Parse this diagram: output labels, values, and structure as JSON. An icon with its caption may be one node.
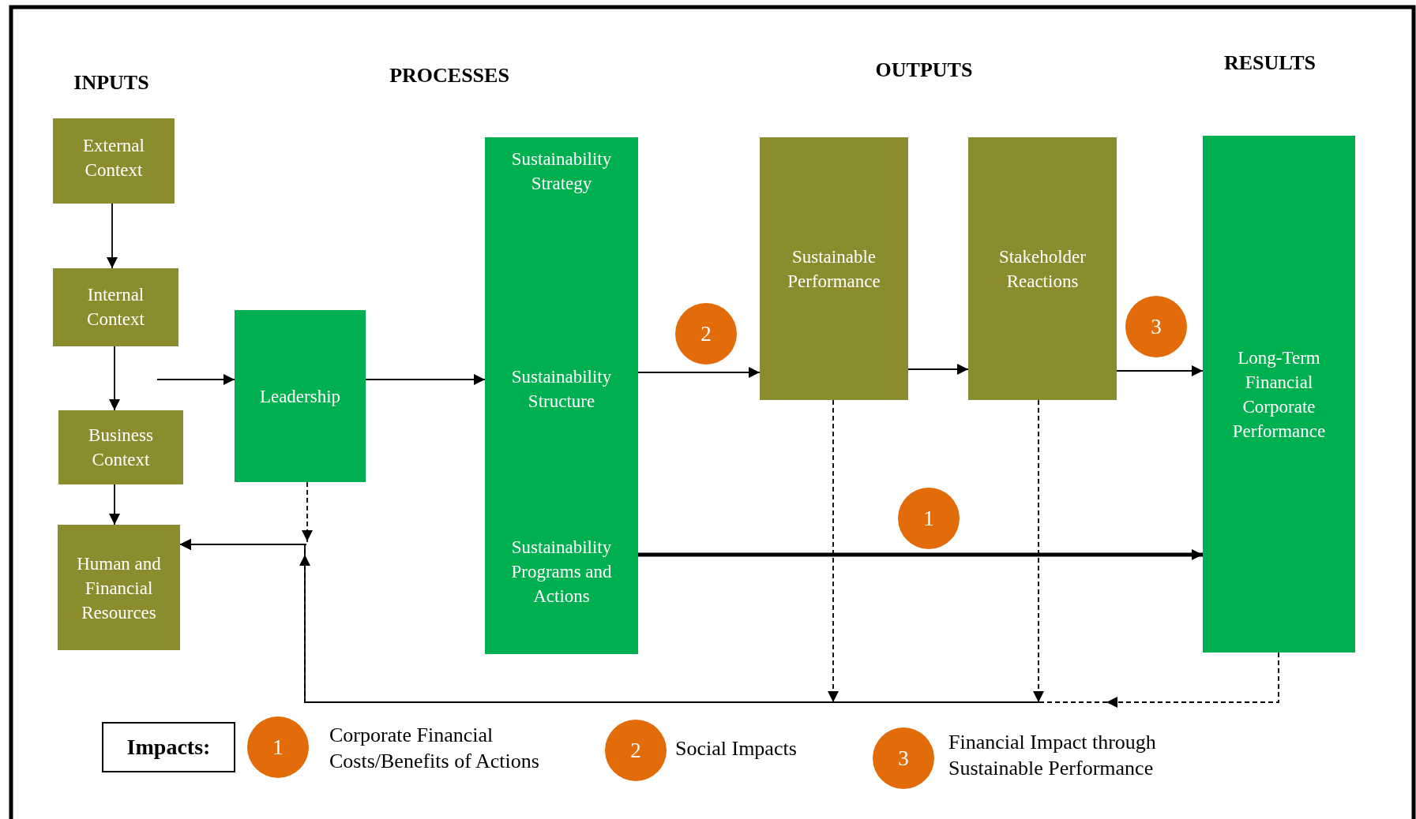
{
  "diagram": {
    "nodes": [
      {
        "text": [
          "External Context"
        ]
      },
      {
        "text": [
          "Internal Context"
        ]
      },
      {
        "text": [
          "Business Context"
        ]
      },
      {
        "text": [
          "Human and Financial Resources"
        ]
      },
      {
        "text": [
          "Leadership"
        ]
      },
      {
        "text": [
          "Sustainability Strategy",
          "Sustainability Structure",
          "Sustainability Programs and Actions"
        ]
      },
      {
        "text": [
          "Sustainable Performance"
        ]
      },
      {
        "text": [
          "Stakeholder Reactions"
        ]
      },
      {
        "text": [
          "Long-Term Financial Corporate Performance"
        ]
      },
      {
        "text": [
          "2"
        ]
      },
      {
        "text": [
          "3"
        ]
      },
      {
        "text": [
          "1"
        ]
      },
      {
        "text": [
          "Impacts:"
        ]
      },
      {
        "text": [
          "1"
        ],
        "beside": [
          "Corporate Financial Costs/Benefits of Actions"
        ]
      },
      {
        "text": [
          "2"
        ],
        "beside": [
          "Social Impacts"
        ]
      },
      {
        "text": [
          "3"
        ],
        "beside": [
          "Financial Impact through Sustainable Performance"
        ]
      }
    ],
    "edges": [
      {
        "from": 0,
        "to": 1,
        "arrow": "to"
      },
      {
        "from": 1,
        "to": 2,
        "arrow": "to"
      },
      {
        "from": 2,
        "to": 3,
        "arrow": "to"
      },
      {
        "from": null,
        "to": 4,
        "arrow": "to"
      },
      {
        "from": 4,
        "to": 5,
        "arrow": "to"
      },
      {
        "from": 5,
        "to": 6,
        "arrow": "to"
      },
      {
        "from": 6,
        "to": 7,
        "arrow": "to"
      },
      {
        "from": 7,
        "to": 8,
        "arrow": "to"
      },
      {
        "from": 5,
        "to": 8,
        "arrow": "to",
        "style": "thick"
      },
      {
        "from": 6,
        "to": 3,
        "arrow": "to",
        "style": "dashed"
      },
      {
        "from": 7,
        "to": 3,
        "arrow": "to",
        "style": "dashed"
      },
      {
        "from": 8,
        "to": 3,
        "arrow": "to",
        "style": "dashed"
      },
      {
        "from": 4,
        "to": 3,
        "arrow": "to",
        "style": "dashed"
      }
    ],
    "labels": [
      "INPUTS",
      "PROCESSES",
      "OUTPUTS",
      "RESULTS"
    ]
  }
}
